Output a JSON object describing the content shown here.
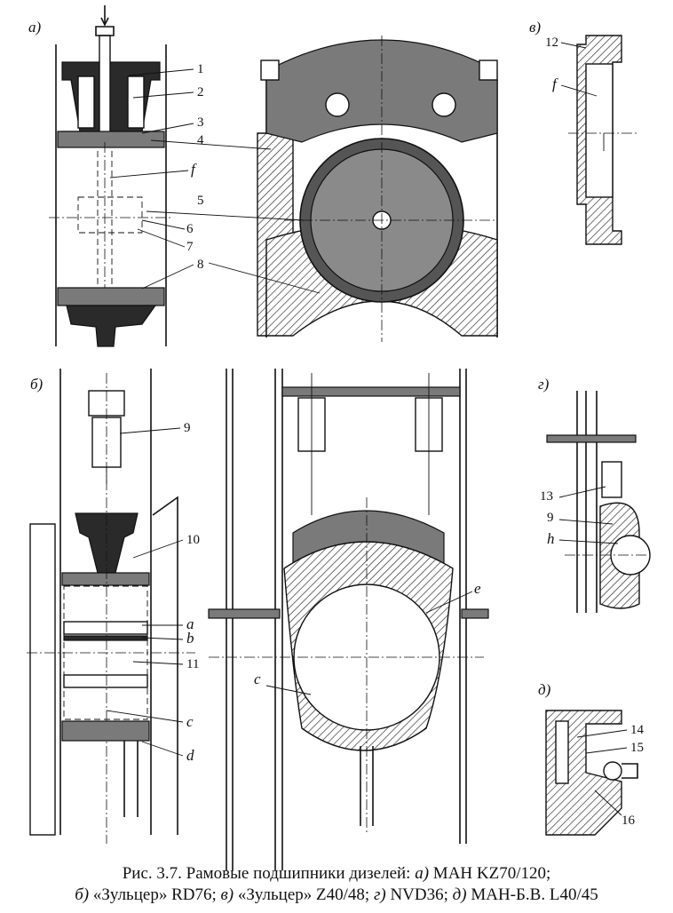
{
  "panels": {
    "a": "а)",
    "b": "б)",
    "v": "в)",
    "g": "г)",
    "d": "д)"
  },
  "labels_a": [
    "1",
    "2",
    "3",
    "4",
    "f",
    "5",
    "6",
    "7",
    "8"
  ],
  "labels_b": [
    "9",
    "10",
    "a",
    "b",
    "11",
    "c",
    "d",
    "c",
    "e"
  ],
  "labels_v": [
    "12",
    "f"
  ],
  "labels_g": [
    "13",
    "9",
    "h"
  ],
  "labels_d": [
    "14",
    "15",
    "16"
  ],
  "caption": {
    "line1_prefix": "Рис. 3.7. Рамовые подшипники дизелей: ",
    "line1_a": "а)",
    "line1_a_text": " MAH KZ70/120;",
    "line2_b": "б)",
    "line2_b_text": " «Зульцер» RD76; ",
    "line2_v": "в)",
    "line2_v_text": " «Зульцер» Z40/48; ",
    "line2_g": "г)",
    "line2_g_text": " NVD36; ",
    "line2_d": "д)",
    "line2_d_text": " MAH-Б.В. L40/45"
  }
}
